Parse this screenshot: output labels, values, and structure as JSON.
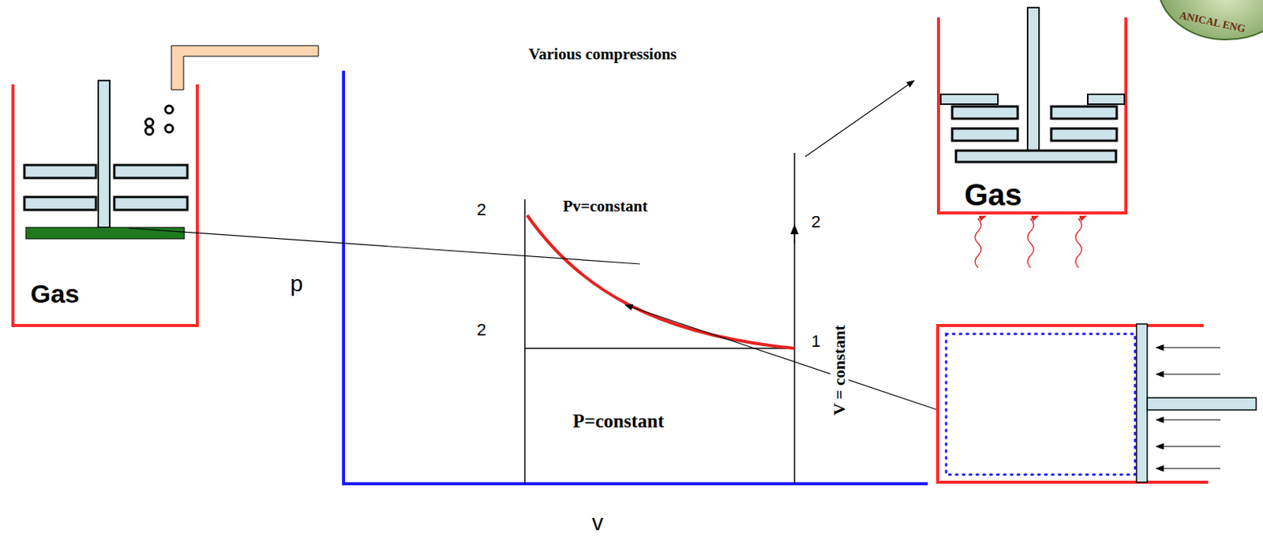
{
  "diagram": {
    "nodes": [
      {
        "text": [
          "Gas"
        ]
      },
      {
        "text": [
          "Gas"
        ]
      }
    ],
    "labels": [
      "ANICAL ENG",
      "Various compressions",
      "2",
      "Pv=constant",
      "2",
      "2",
      "1",
      "p",
      "V = constant",
      "P=constant",
      "v"
    ]
  }
}
